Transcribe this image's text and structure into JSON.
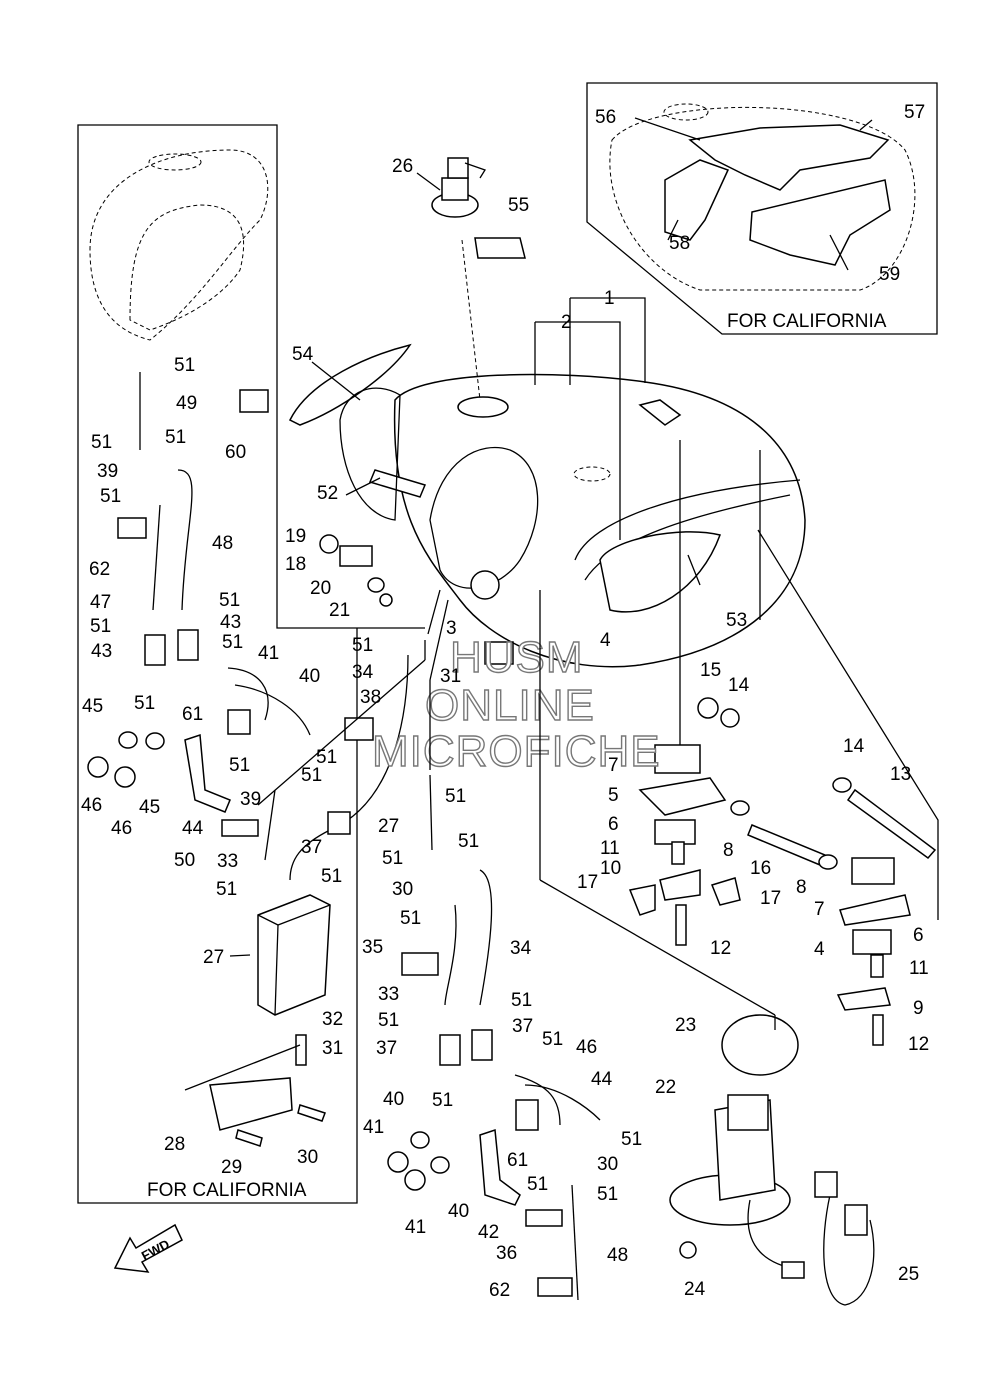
{
  "box_captions": {
    "california_left": "FOR CALIFORNIA",
    "california_top": "FOR CALIFORNIA"
  },
  "fwd_label": "FWD",
  "watermark": {
    "line1": "HUSM",
    "line2": "ONLINE",
    "line3": "MICROFICHE"
  },
  "callouts": [
    {
      "num": "1"
    },
    {
      "num": "2"
    },
    {
      "num": "3"
    },
    {
      "num": "4"
    },
    {
      "num": "4"
    },
    {
      "num": "5"
    },
    {
      "num": "6"
    },
    {
      "num": "6"
    },
    {
      "num": "7"
    },
    {
      "num": "7"
    },
    {
      "num": "8"
    },
    {
      "num": "8"
    },
    {
      "num": "9"
    },
    {
      "num": "10"
    },
    {
      "num": "11"
    },
    {
      "num": "11"
    },
    {
      "num": "12"
    },
    {
      "num": "12"
    },
    {
      "num": "13"
    },
    {
      "num": "14"
    },
    {
      "num": "14"
    },
    {
      "num": "15"
    },
    {
      "num": "16"
    },
    {
      "num": "17"
    },
    {
      "num": "17"
    },
    {
      "num": "18"
    },
    {
      "num": "19"
    },
    {
      "num": "20"
    },
    {
      "num": "21"
    },
    {
      "num": "22"
    },
    {
      "num": "23"
    },
    {
      "num": "24"
    },
    {
      "num": "25"
    },
    {
      "num": "26"
    },
    {
      "num": "27"
    },
    {
      "num": "27"
    },
    {
      "num": "28"
    },
    {
      "num": "29"
    },
    {
      "num": "30"
    },
    {
      "num": "30"
    },
    {
      "num": "30"
    },
    {
      "num": "31"
    },
    {
      "num": "31"
    },
    {
      "num": "32"
    },
    {
      "num": "33"
    },
    {
      "num": "33"
    },
    {
      "num": "34"
    },
    {
      "num": "34"
    },
    {
      "num": "35"
    },
    {
      "num": "36"
    },
    {
      "num": "37"
    },
    {
      "num": "37"
    },
    {
      "num": "37"
    },
    {
      "num": "38"
    },
    {
      "num": "39"
    },
    {
      "num": "39"
    },
    {
      "num": "40"
    },
    {
      "num": "40"
    },
    {
      "num": "40"
    },
    {
      "num": "41"
    },
    {
      "num": "41"
    },
    {
      "num": "41"
    },
    {
      "num": "42"
    },
    {
      "num": "43"
    },
    {
      "num": "43"
    },
    {
      "num": "44"
    },
    {
      "num": "44"
    },
    {
      "num": "45"
    },
    {
      "num": "45"
    },
    {
      "num": "46"
    },
    {
      "num": "46"
    },
    {
      "num": "46"
    },
    {
      "num": "47"
    },
    {
      "num": "48"
    },
    {
      "num": "48"
    },
    {
      "num": "49"
    },
    {
      "num": "50"
    },
    {
      "num": "51"
    },
    {
      "num": "51"
    },
    {
      "num": "51"
    },
    {
      "num": "51"
    },
    {
      "num": "51"
    },
    {
      "num": "51"
    },
    {
      "num": "51"
    },
    {
      "num": "51"
    },
    {
      "num": "51"
    },
    {
      "num": "51"
    },
    {
      "num": "51"
    },
    {
      "num": "51"
    },
    {
      "num": "51"
    },
    {
      "num": "51"
    },
    {
      "num": "51"
    },
    {
      "num": "51"
    },
    {
      "num": "51"
    },
    {
      "num": "51"
    },
    {
      "num": "51"
    },
    {
      "num": "51"
    },
    {
      "num": "51"
    },
    {
      "num": "51"
    },
    {
      "num": "51"
    },
    {
      "num": "51"
    },
    {
      "num": "51"
    },
    {
      "num": "52"
    },
    {
      "num": "53"
    },
    {
      "num": "54"
    },
    {
      "num": "55"
    },
    {
      "num": "56"
    },
    {
      "num": "57"
    },
    {
      "num": "58"
    },
    {
      "num": "59"
    },
    {
      "num": "60"
    },
    {
      "num": "61"
    },
    {
      "num": "61"
    },
    {
      "num": "62"
    },
    {
      "num": "62"
    }
  ]
}
